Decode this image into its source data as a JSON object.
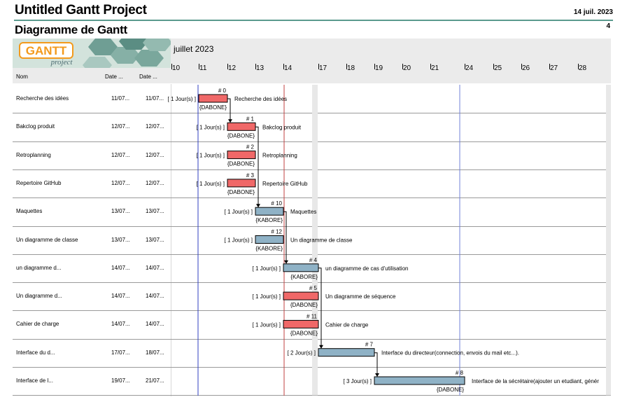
{
  "header": {
    "project_title": "Untitled Gantt Project",
    "print_date": "14 juil. 2023",
    "page_heading": "Diagramme de Gantt",
    "page_number": "4"
  },
  "logo": {
    "text": "GANTT",
    "subtext": "project"
  },
  "table": {
    "columns": {
      "name": "Nom",
      "start": "Date ...",
      "end": "Date ..."
    }
  },
  "timeline": {
    "month": "juillet 2023",
    "days": [
      "10",
      "11",
      "12",
      "13",
      "14",
      "17",
      "18",
      "19",
      "20",
      "21",
      "24",
      "25",
      "26",
      "27",
      "28"
    ]
  },
  "colors": {
    "red_task": "#f06868",
    "blue_task": "#8fb2c6",
    "today_line": "#3040c0",
    "weekend": "#e8e8e8"
  },
  "tasks": [
    {
      "name": "Recherche des idées",
      "start": "11/07...",
      "end": "11/07...",
      "id": "# 0",
      "duration": "[ 1 Jour(s) ]",
      "resource": "{DABONE}",
      "label": "Recherche des idées",
      "color": "red",
      "day_start": 1,
      "day_span": 1
    },
    {
      "name": "Bakclog produit",
      "start": "12/07...",
      "end": "12/07...",
      "id": "# 1",
      "duration": "[ 1 Jour(s) ]",
      "resource": "{DABONE}",
      "label": "Bakclog produit",
      "color": "red",
      "day_start": 2,
      "day_span": 1
    },
    {
      "name": "Retroplanning",
      "start": "12/07...",
      "end": "12/07...",
      "id": "# 2",
      "duration": "[ 1 Jour(s) ]",
      "resource": "{DABONE}",
      "label": "Retroplanning",
      "color": "red",
      "day_start": 2,
      "day_span": 1
    },
    {
      "name": "Repertoire GitHub",
      "start": "12/07...",
      "end": "12/07...",
      "id": "# 3",
      "duration": "[ 1 Jour(s) ]",
      "resource": "{DABONE}",
      "label": "Repertoire GitHub",
      "color": "red",
      "day_start": 2,
      "day_span": 1
    },
    {
      "name": "Maquettes",
      "start": "13/07...",
      "end": "13/07...",
      "id": "# 10",
      "duration": "[ 1 Jour(s) ]",
      "resource": "{KABORE}",
      "label": "Maquettes",
      "color": "blue",
      "day_start": 3,
      "day_span": 1
    },
    {
      "name": "Un diagramme de classe",
      "start": "13/07...",
      "end": "13/07...",
      "id": "# 12",
      "duration": "[ 1 Jour(s) ]",
      "resource": "{KABORE}",
      "label": "Un diagramme de classe",
      "color": "blue",
      "day_start": 3,
      "day_span": 1
    },
    {
      "name": "un diagramme d...",
      "start": "14/07...",
      "end": "14/07...",
      "id": "# 4",
      "duration": "[ 1 Jour(s) ]",
      "resource": "{KABORE}",
      "label": "un diagramme de cas d'utilisation",
      "color": "blue",
      "day_start": 4,
      "day_span": 1
    },
    {
      "name": "Un diagramme d...",
      "start": "14/07...",
      "end": "14/07...",
      "id": "# 5",
      "duration": "[ 1 Jour(s) ]",
      "resource": "{DABONE}",
      "label": "Un diagramme de séquence",
      "color": "red",
      "day_start": 4,
      "day_span": 1
    },
    {
      "name": "Cahier de charge",
      "start": "14/07...",
      "end": "14/07...",
      "id": "# 11",
      "duration": "[ 1 Jour(s) ]",
      "resource": "{DABONE}",
      "label": "Cahier de charge",
      "color": "red",
      "day_start": 4,
      "day_span": 1
    },
    {
      "name": "Interface du d...",
      "start": "17/07...",
      "end": "18/07...",
      "id": "# 7",
      "duration": "[ 2 Jour(s) ]",
      "resource": "",
      "label": "Interface du directeur(connection, envois du mail etc...).",
      "color": "blue",
      "day_start": 5,
      "day_span": 2
    },
    {
      "name": "Interface de l...",
      "start": "19/07...",
      "end": "21/07...",
      "id": "# 8",
      "duration": "[ 3 Jour(s) ]",
      "resource": "{DABONE}",
      "label": "Interface de la sécrétaire(ajouter un etudiant, génér",
      "color": "blue",
      "day_start": 7,
      "day_span": 3
    }
  ],
  "dependencies": [
    [
      0,
      1
    ],
    [
      1,
      4
    ],
    [
      4,
      6
    ],
    [
      6,
      9
    ],
    [
      9,
      10
    ]
  ]
}
